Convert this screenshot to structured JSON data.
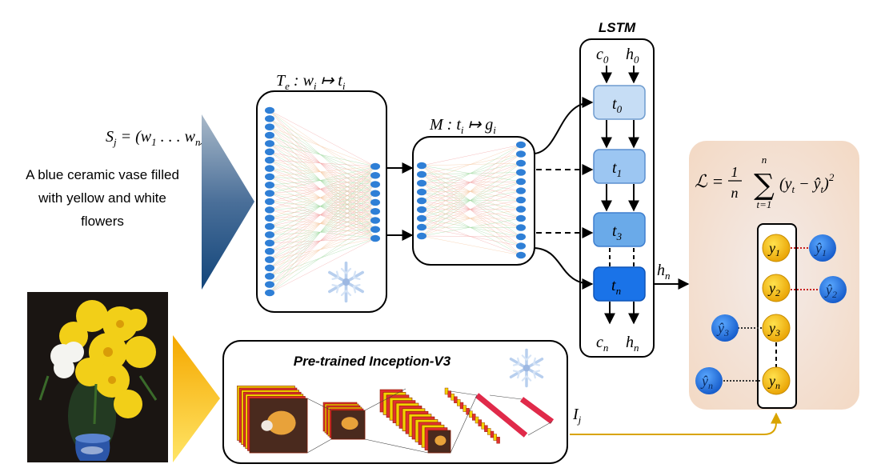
{
  "sentence": {
    "formula": "S_j = (w_1 … w_n)",
    "caption_lines": [
      "A blue ceramic vase filled",
      "with yellow and white",
      "flowers"
    ]
  },
  "text_encoder": {
    "label": "T_e : w_i ↦ t_i"
  },
  "mapping": {
    "label": "M : t_i ↦ g_i"
  },
  "lstm": {
    "title": "LSTM",
    "inputs": [
      "c_0",
      "h_0"
    ],
    "cells": [
      "t_0",
      "t_1",
      "t_3",
      "t_n"
    ],
    "outputs": [
      "c_n",
      "h_n"
    ],
    "hidden_out": "h_n"
  },
  "loss": {
    "formula": "ℒ = (1/n) Σ_{t=1}^{n} (y_t − ŷ_t)^2",
    "targets": [
      "y_1",
      "y_2",
      "y_3",
      "y_n"
    ],
    "predictions": [
      "ŷ_1",
      "ŷ_2",
      "ŷ_3",
      "ŷ_n"
    ]
  },
  "cnn": {
    "title": "Pre-trained Inception-V3"
  },
  "image_feature": {
    "label": "I_j"
  },
  "colors": {
    "frozen_snowflake": "#aec6e8",
    "lstm_cell_light": "#c6ddf5",
    "lstm_cell_mid": "#7cb3ec",
    "lstm_cell_dark": "#1a73e8",
    "loss_panel": "#f6e2d3",
    "target_node": "#f5b800",
    "prediction_node": "#1a73e8",
    "image_arrow": "#d9a400",
    "dense_node": "#2f7fd6"
  },
  "icons": [
    "snowflake-icon",
    "vase-photo",
    "blue-gradient-triangle",
    "yellow-gradient-triangle"
  ]
}
